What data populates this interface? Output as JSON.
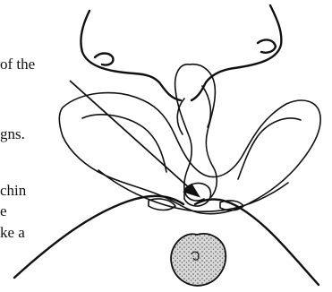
{
  "text_lines": [
    "of the",
    "gns.",
    "chin",
    "e",
    "ke a"
  ]
}
